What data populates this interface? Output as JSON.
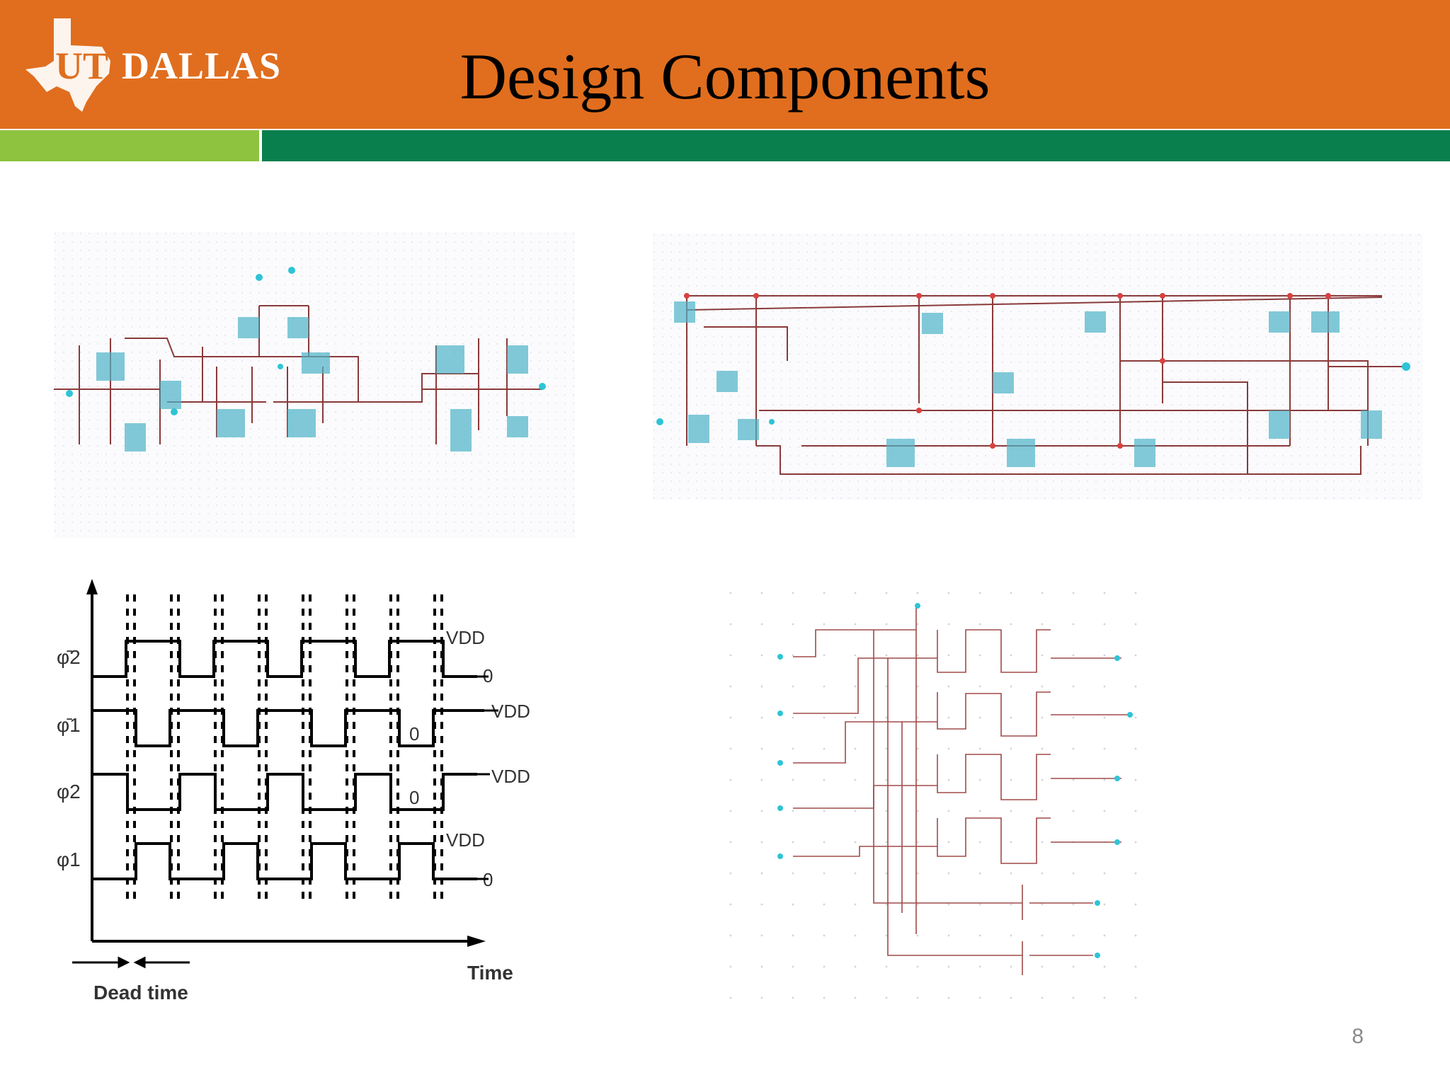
{
  "header": {
    "logo_ut": "UT",
    "logo_text": "DALLAS",
    "title": "Design Components",
    "colors": {
      "orange": "#e06e1e",
      "green_light": "#8dc33f",
      "green_dark": "#0a7f4e"
    }
  },
  "timing_diagram": {
    "signals": [
      "φ̄2",
      "φ̄1",
      "φ2",
      "φ1"
    ],
    "level_labels": {
      "vdd": "VDD",
      "zero": "0"
    },
    "dead_time_label": "Dead time",
    "time_label": "Time"
  },
  "schematics": [
    {
      "name": "schematic-top-left"
    },
    {
      "name": "schematic-top-right"
    },
    {
      "name": "schematic-bottom-right"
    }
  ],
  "footer": {
    "page_number": "8"
  }
}
